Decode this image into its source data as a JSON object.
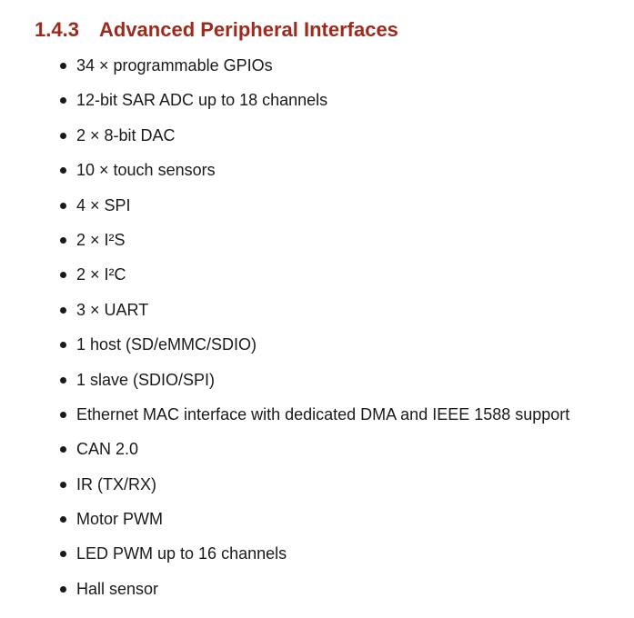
{
  "section": {
    "number": "1.4.3",
    "title": "Advanced Peripheral Interfaces",
    "items": [
      "34 × programmable GPIOs",
      "12-bit SAR ADC up to 18 channels",
      "2 × 8-bit DAC",
      "10 × touch sensors",
      "4 × SPI",
      "2 × I²S",
      "2 × I²C",
      "3 × UART",
      "1 host (SD/eMMC/SDIO)",
      "1 slave (SDIO/SPI)",
      "Ethernet MAC interface with dedicated DMA and IEEE 1588 support",
      "CAN 2.0",
      "IR (TX/RX)",
      "Motor PWM",
      "LED PWM up to 16 channels",
      "Hall sensor"
    ]
  },
  "colors": {
    "heading": "#9e2a1d",
    "text": "#1a1a1a",
    "background": "#ffffff"
  }
}
